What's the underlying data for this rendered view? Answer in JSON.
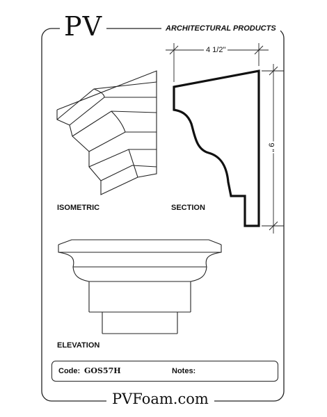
{
  "header": {
    "brand": "PV",
    "tagline": "ARCHITECTURAL PRODUCTS"
  },
  "drawings": {
    "isometric_label": "ISOMETRIC",
    "section_label": "SECTION",
    "elevation_label": "ELEVATION",
    "width_dimension": "4 1/2\"",
    "height_dimension": "9 \""
  },
  "info": {
    "code_label": "Code:",
    "code_value": "GOS57H",
    "notes_label": "Notes:"
  },
  "footer": {
    "website": "PVFoam.com"
  }
}
